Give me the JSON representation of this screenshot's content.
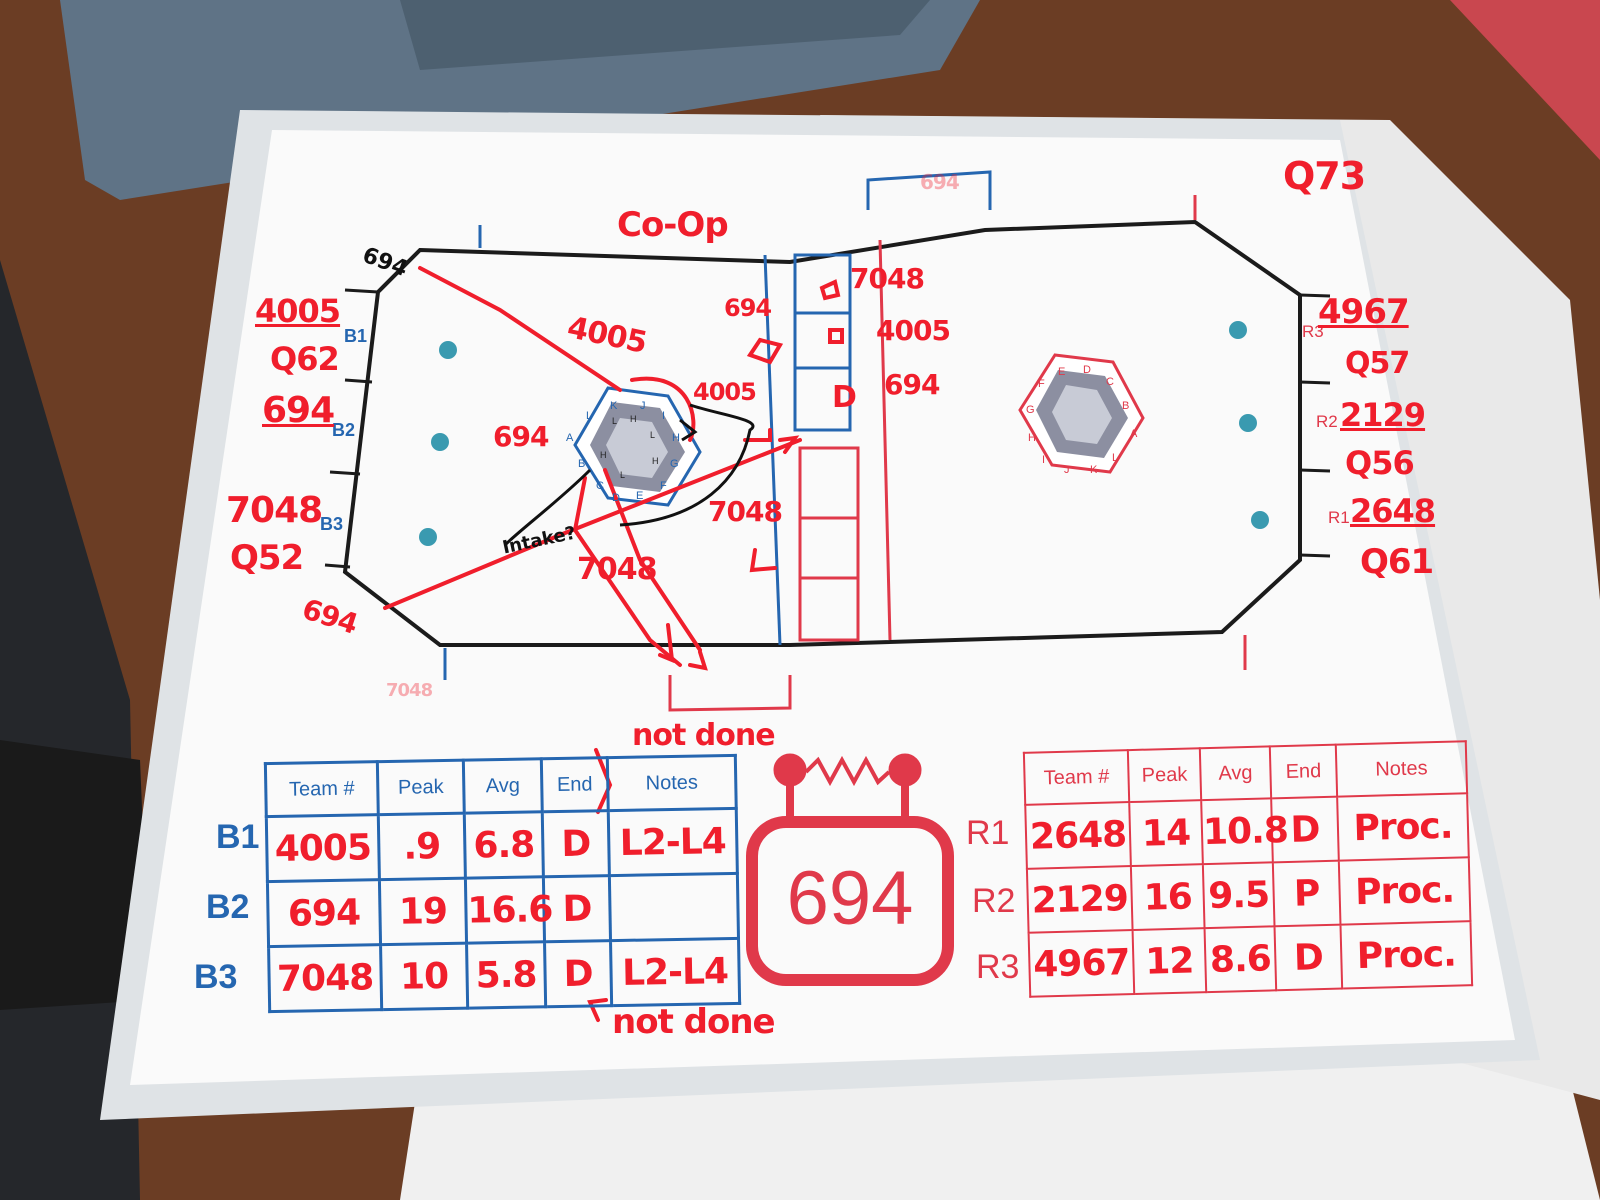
{
  "match_id": "Q73",
  "strategy_label": "Co-Op",
  "logo_team_number": "694",
  "colors": {
    "blue_alliance": "#2566b0",
    "red_alliance": "#e0394a",
    "marker_red": "#f01e2c",
    "marker_black": "#111111"
  },
  "field": {
    "blue_stations": [
      "B1",
      "B2",
      "B3"
    ],
    "red_stations": [
      "R3",
      "R2",
      "R1"
    ],
    "reef_letters": [
      "A",
      "B",
      "C",
      "D",
      "E",
      "F",
      "G",
      "H",
      "I",
      "J",
      "K",
      "L"
    ],
    "reef_levels": [
      "L",
      "H",
      "L",
      "H",
      "L",
      "H"
    ]
  },
  "blue_station_annotations": [
    {
      "team": "4005",
      "qual": "Q62"
    },
    {
      "team": "694",
      "qual": ""
    },
    {
      "team": "7048",
      "qual": "Q52"
    }
  ],
  "red_station_annotations": [
    {
      "team": "4967",
      "qual": "Q57"
    },
    {
      "team": "2129",
      "qual": "Q56"
    },
    {
      "team": "2648",
      "qual": "Q61"
    }
  ],
  "field_notes": {
    "start_694": "694",
    "path_4005": "4005",
    "path_4005_b": "4005",
    "path_694_left": "694",
    "path_7048_right": "7048",
    "path_7048_bottom": "7048",
    "path_694_bottom": "694",
    "label_694_top": "694",
    "intake_note": "Intake?",
    "barge_7048": "7048",
    "barge_4005": "4005",
    "barge_694": "694",
    "bottom_scribble": "7048",
    "top_scribble": "694",
    "cage_top": "4005"
  },
  "blue_table": {
    "headers": [
      "Team #",
      "Peak",
      "Avg",
      "End",
      "Notes"
    ],
    "rows": [
      {
        "label": "B1",
        "team": "4005",
        "peak": ".9",
        "avg": "6.8",
        "end": "D",
        "notes": "L2-L4"
      },
      {
        "label": "B2",
        "team": "694",
        "peak": "19",
        "avg": "16.6",
        "end": "D",
        "notes": ""
      },
      {
        "label": "B3",
        "team": "7048",
        "peak": "10",
        "avg": "5.8",
        "end": "D",
        "notes": "L2-L4"
      }
    ]
  },
  "red_table": {
    "headers": [
      "Team #",
      "Peak",
      "Avg",
      "End",
      "Notes"
    ],
    "rows": [
      {
        "label": "R1",
        "team": "2648",
        "peak": "14",
        "avg": "10.8",
        "end": "D",
        "notes": "Proc."
      },
      {
        "label": "R2",
        "team": "2129",
        "peak": "16",
        "avg": "9.5",
        "end": "P",
        "notes": "Proc."
      },
      {
        "label": "R3",
        "team": "4967",
        "peak": "12",
        "avg": "8.6",
        "end": "D",
        "notes": "Proc."
      }
    ]
  },
  "annotations": {
    "not_done_top": "not done",
    "not_done_bottom": "not done"
  }
}
